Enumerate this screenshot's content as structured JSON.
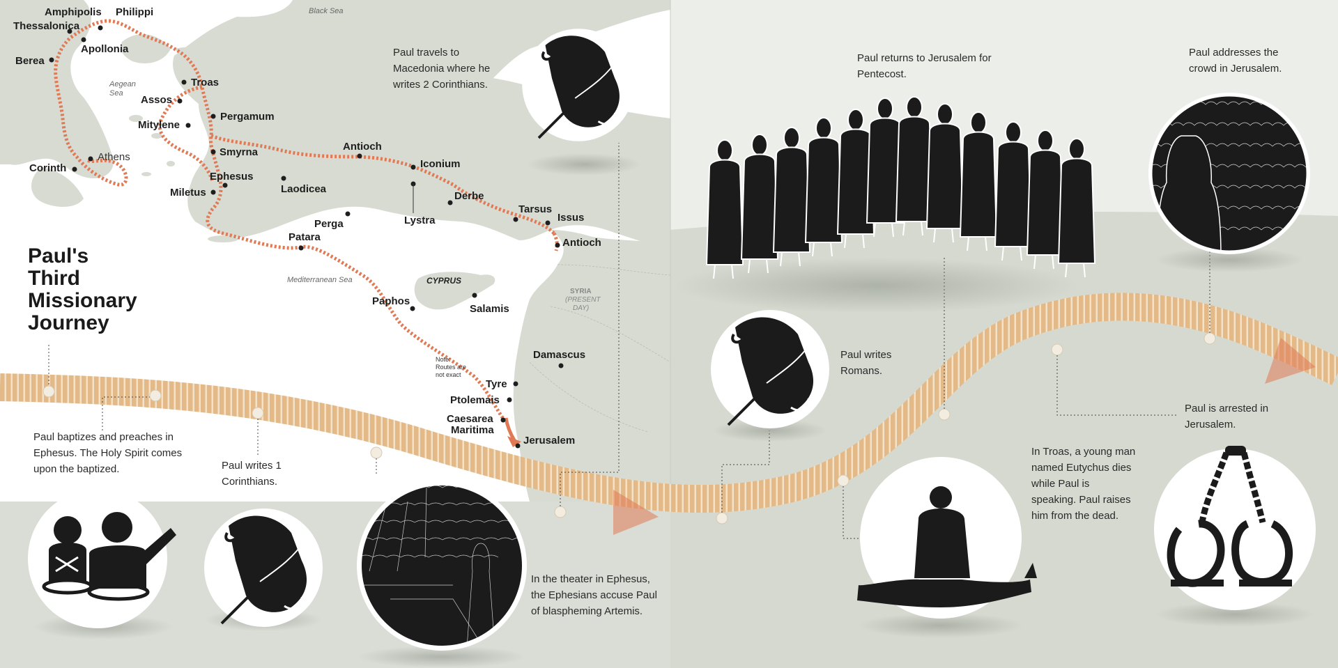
{
  "title_lines": [
    "Paul's",
    "Third",
    "Missionary",
    "Journey"
  ],
  "map": {
    "seas": {
      "black_sea": "Black Sea",
      "aegean": [
        "Aegean",
        "Sea"
      ],
      "mediterranean": "Mediterranean Sea"
    },
    "regions": {
      "cyprus": "CYPRUS",
      "syria": [
        "SYRIA",
        "(PRESENT",
        "DAY)"
      ]
    },
    "note": [
      "Note:",
      "Routes are",
      "not exact"
    ],
    "places": {
      "amphipolis": "Amphipolis",
      "philippi": "Philippi",
      "thessalonica": "Thessalonica",
      "apollonia": "Apollonia",
      "berea": "Berea",
      "troas": "Troas",
      "assos": "Assos",
      "pergamum": "Pergamum",
      "mitylene": "Mitylene",
      "smyrna": "Smyrna",
      "athens": "Athens",
      "corinth": "Corinth",
      "ephesus": "Ephesus",
      "miletus": "Miletus",
      "laodicea": "Laodicea",
      "antioch_pisidia": "Antioch",
      "iconium": "Iconium",
      "lystra": "Lystra",
      "derbe": "Derbe",
      "tarsus": "Tarsus",
      "issus": "Issus",
      "antioch_syria": "Antioch",
      "perga": "Perga",
      "patara": "Patara",
      "paphos": "Paphos",
      "salamis": "Salamis",
      "damascus": "Damascus",
      "tyre": "Tyre",
      "ptolemais": "Ptolemais",
      "caesarea": [
        "Caesarea",
        "Maritima"
      ],
      "jerusalem": "Jerusalem"
    }
  },
  "events": {
    "baptizes": "Paul baptizes and preaches in Ephesus. The Holy Spirit comes upon the baptized.",
    "corinthians1": "Paul writes 1 Corinthians.",
    "theater": "In the theater in Ephesus, the Ephesians accuse Paul of blaspheming Artemis.",
    "macedonia": "Paul travels to Macedonia where he writes 2 Corinthians.",
    "romans": "Paul writes Romans.",
    "eutychus": "In Troas, a young man named Eutychus dies while Paul is speaking. Paul raises him from the dead.",
    "pentecost": "Paul returns to Jerusalem for Pentecost.",
    "arrested": "Paul is arrested in Jerusalem.",
    "addresses": "Paul addresses the crowd in Jerusalem."
  },
  "icons": [
    "baptism-icon",
    "scroll-quill-icon",
    "theater-crowd-icon",
    "scroll-quill-icon",
    "scroll-quill-icon",
    "fallen-man-icon",
    "disciples-group-icon",
    "shackles-icon",
    "crowd-icon"
  ],
  "colors": {
    "route": "#e07a55",
    "timeline": "#e3b987",
    "land": "#d7dbd2",
    "sea": "#ffffff",
    "icon": "#1b1b1b"
  }
}
